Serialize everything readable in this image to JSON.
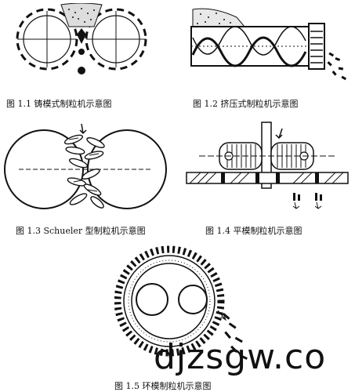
{
  "figures": [
    {
      "caption": "图 1.1  铸模式制粒机示意图"
    },
    {
      "caption": "图 1.2  挤压式制粒机示意图"
    },
    {
      "caption": "图 1.3 Schueler 型制粒机示意图"
    },
    {
      "caption": "图 1.4  平模制粒机示意图"
    },
    {
      "caption": "图 1.5  环模制粒机示意图"
    }
  ],
  "watermark": "djzsgw.co"
}
